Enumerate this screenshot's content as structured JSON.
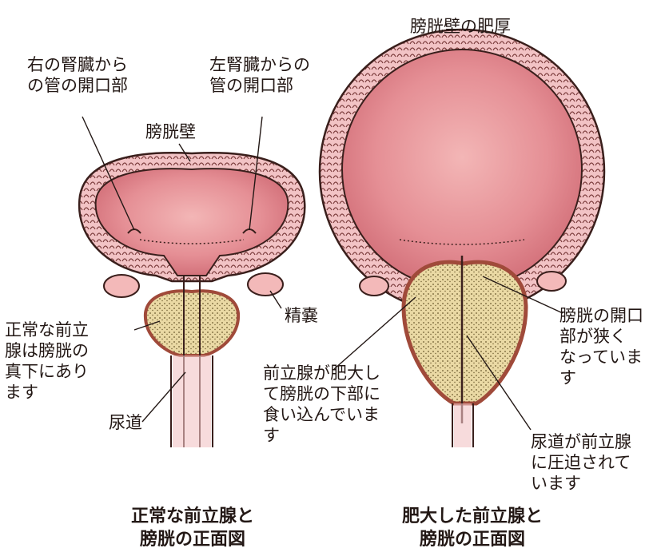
{
  "labels": {
    "wall_thickening": "膀胱壁の肥厚",
    "right_ureter_opening": "右の腎臓から\nの管の開口部",
    "left_ureter_opening": "左腎臓からの\n管の開口部",
    "bladder_wall": "膀胱壁",
    "seminal_vesicle": "精嚢",
    "normal_prostate_note": "正常な前立\n腺は膀胱の\n真下にあり\nます",
    "urethra": "尿道",
    "enlarged_prostate_note": "前立腺が肥大し\nて膀胱の下部に\n食い込んでいま\nす",
    "narrowed_opening": "膀胱の開口\n部が狭く\nなっていま\nす",
    "compressed_urethra": "尿道が前立腺\nに圧迫されて\nいます"
  },
  "captions": {
    "normal": "正常な前立腺と\n膀胱の正面図",
    "enlarged": "肥大した前立腺と\n膀胱の正面図"
  },
  "colors": {
    "bladder_interior": "#e58f95",
    "bladder_wall": "#f2c3c5",
    "prostate": "#ead9a4",
    "outline": "#3a1f1c"
  }
}
